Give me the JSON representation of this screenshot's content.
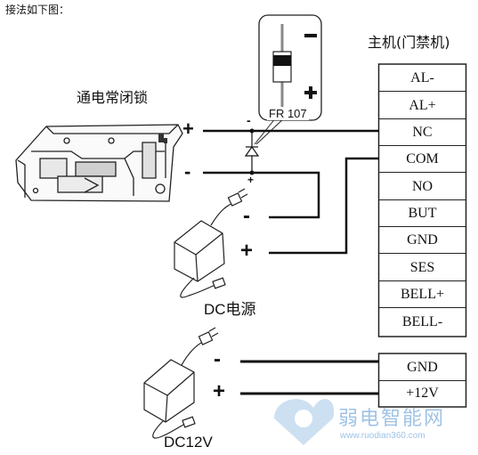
{
  "caption": "接法如下图：",
  "lock_title": "通电常闭锁",
  "host_title": "主机(门禁机)",
  "diode": {
    "part": "FR 107",
    "minus": "−",
    "plus": "+"
  },
  "terminals": [
    "AL-",
    "AL+",
    "NC",
    "COM",
    "NO",
    "BUT",
    "GND",
    "SES",
    "BELL+",
    "BELL-"
  ],
  "supply_terminals": [
    "GND",
    "+12V"
  ],
  "dc_source_label": "DC电源",
  "dc12v_label": "DC12V",
  "signs": {
    "lock_plus": "+",
    "lock_minus": "-",
    "diode_minus": "-",
    "diode_plus": "+",
    "adapter_minus": "-",
    "adapter_plus": "+",
    "dc12v_minus": "-",
    "dc12v_plus": "+"
  },
  "watermark": {
    "text": "弱电智能网",
    "url": "www.ruodian360.com"
  }
}
